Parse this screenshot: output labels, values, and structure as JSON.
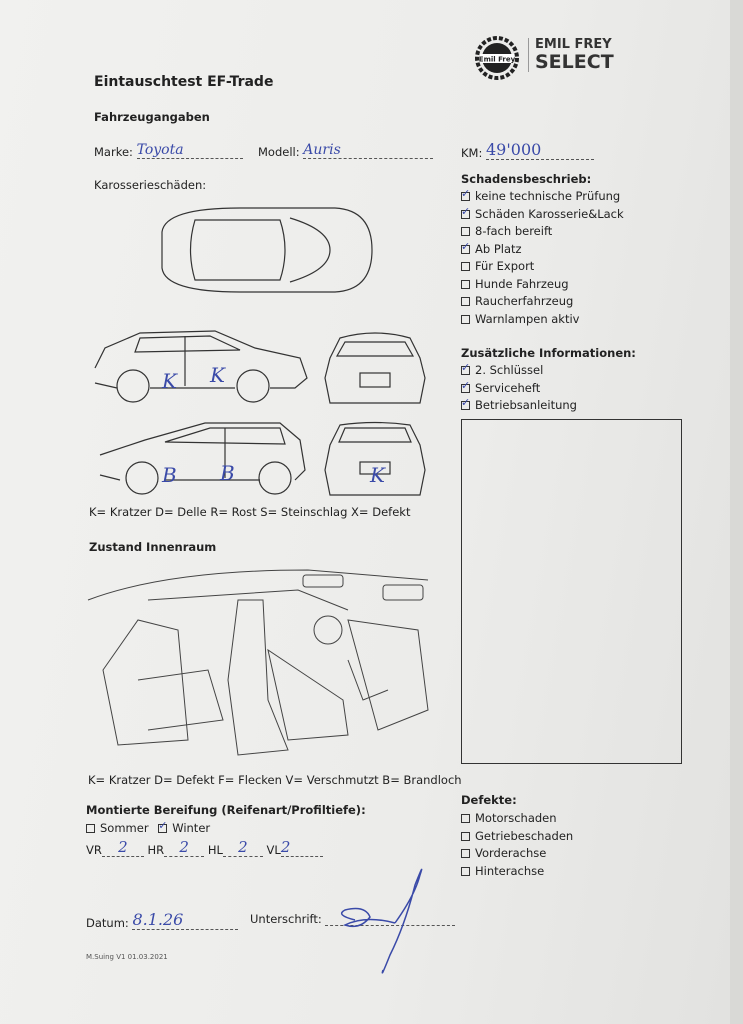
{
  "header": {
    "title": "Eintauschtest EF-Trade",
    "logo_left_text": "Emil Frey",
    "logo_line1": "EMIL FREY",
    "logo_line2": "SELECT"
  },
  "vehicle": {
    "section_label": "Fahrzeugangaben",
    "brand_label": "Marke:",
    "brand_value": "Toyota",
    "model_label": "Modell:",
    "model_value": "Auris",
    "km_label": "KM:",
    "km_value": "49'000"
  },
  "body_damage": {
    "label": "Karosserieschäden:",
    "marks": [
      "K",
      "K",
      "B",
      "B",
      "K"
    ],
    "legend": "K= Kratzer D= Delle R= Rost S= Steinschlag X= Defekt"
  },
  "damage_description": {
    "label": "Schadensbeschrieb:",
    "items": [
      {
        "label": "keine technische Prüfung",
        "checked": true
      },
      {
        "label": "Schäden Karosserie&Lack",
        "checked": true
      },
      {
        "label": "8-fach bereift",
        "checked": false
      },
      {
        "label": "Ab Platz",
        "checked": true
      },
      {
        "label": "Für Export",
        "checked": false
      },
      {
        "label": "Hunde Fahrzeug",
        "checked": false
      },
      {
        "label": "Raucherfahrzeug",
        "checked": false
      },
      {
        "label": "Warnlampen aktiv",
        "checked": false
      }
    ]
  },
  "additional_info": {
    "label": "Zusätzliche Informationen:",
    "items": [
      {
        "label": "2. Schlüssel",
        "checked": true
      },
      {
        "label": "Serviceheft",
        "checked": true
      },
      {
        "label": "Betriebsanleitung",
        "checked": true
      }
    ]
  },
  "interior": {
    "label": "Zustand Innenraum",
    "legend": "K= Kratzer D= Defekt F= Flecken V= Verschmutzt B= Brandloch"
  },
  "tires": {
    "label": "Montierte Bereifung (Reifenart/Profiltiefe):",
    "summer_label": "Sommer",
    "summer_checked": false,
    "winter_label": "Winter",
    "winter_checked": true,
    "vr_label": "VR",
    "vr_value": "2",
    "hr_label": "HR",
    "hr_value": "2",
    "hl_label": "HL",
    "hl_value": "2",
    "vl_label": "VL",
    "vl_value": "2"
  },
  "defects": {
    "label": "Defekte:",
    "items": [
      {
        "label": "Motorschaden",
        "checked": false
      },
      {
        "label": "Getriebeschaden",
        "checked": false
      },
      {
        "label": "Vorderachse",
        "checked": false
      },
      {
        "label": "Hinterachse",
        "checked": false
      }
    ]
  },
  "footer": {
    "date_label": "Datum:",
    "date_value": "8.1.26",
    "signature_label": "Unterschrift:",
    "version": "M.Suing V1 01.03.2021"
  }
}
